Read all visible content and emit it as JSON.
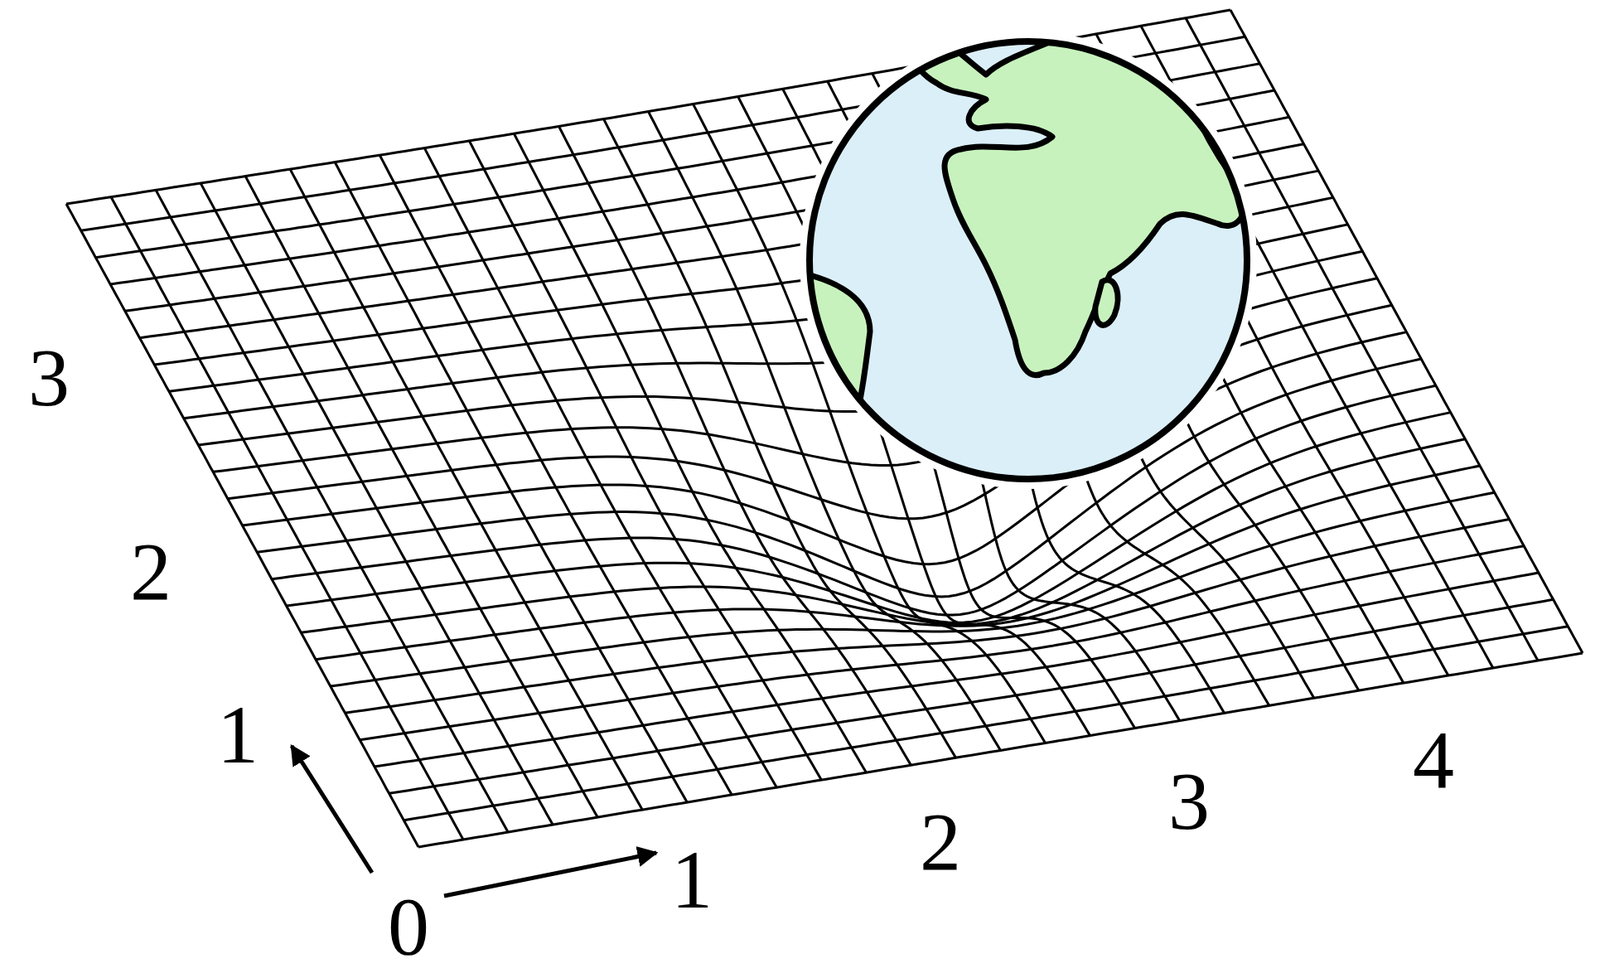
{
  "diagram": {
    "labels": [
      "3",
      "2",
      "1",
      "0",
      "1",
      "2",
      "3",
      "4"
    ]
  }
}
